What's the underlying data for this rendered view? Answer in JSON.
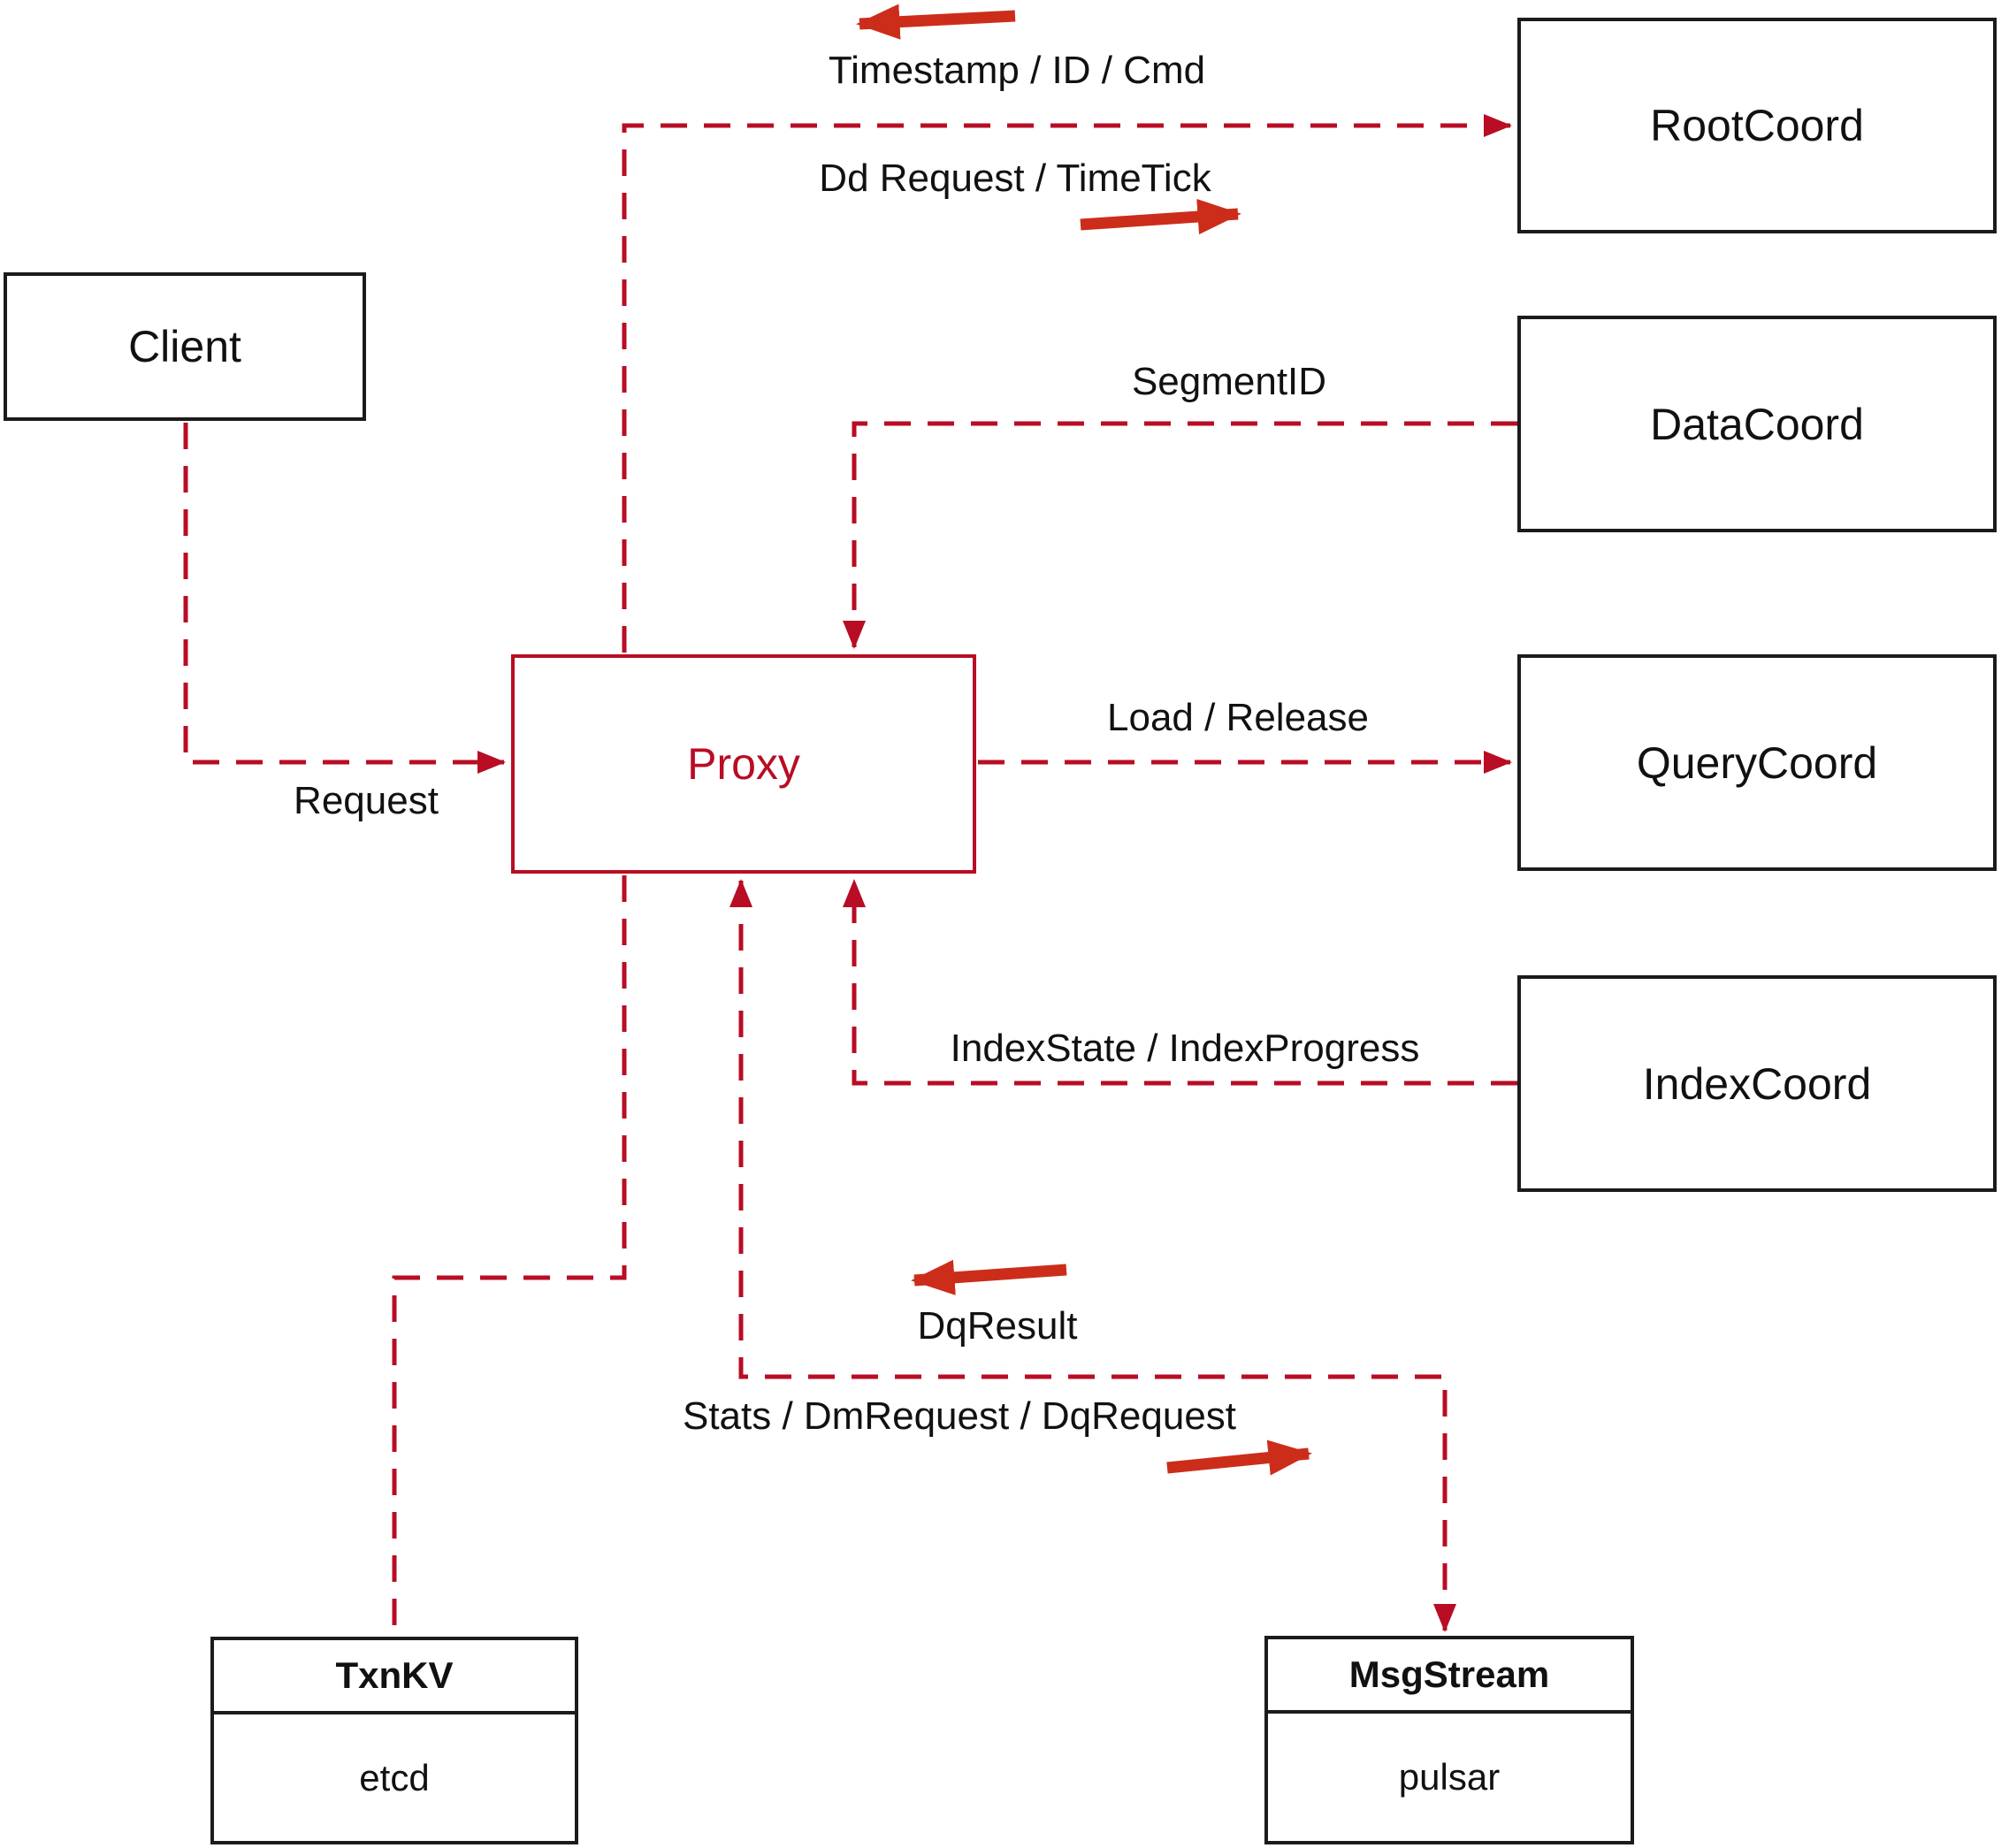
{
  "diagram": {
    "nodes": {
      "client": {
        "label": "Client"
      },
      "proxy": {
        "label": "Proxy"
      },
      "root_coord": {
        "label": "RootCoord"
      },
      "data_coord": {
        "label": "DataCoord"
      },
      "query_coord": {
        "label": "QueryCoord"
      },
      "index_coord": {
        "label": "IndexCoord"
      },
      "txn_kv": {
        "title": "TxnKV",
        "impl": "etcd"
      },
      "msg_stream": {
        "title": "MsgStream",
        "impl": "pulsar"
      }
    },
    "edge_labels": {
      "timestamp_id_cmd": "Timestamp / ID / Cmd",
      "dd_request_timetick": "Dd Request / TimeTick",
      "segment_id": "SegmentID",
      "load_release": "Load / Release",
      "index_state": "IndexState / IndexProgress",
      "request": "Request",
      "dq_result": "DqResult",
      "stats_dm_dq": "Stats / DmRequest / DqRequest"
    },
    "colors": {
      "dashed_line": "#b80d24",
      "solid_arrow": "#cc2d1a",
      "box_border": "#1b1b1b",
      "text": "#111111"
    }
  }
}
